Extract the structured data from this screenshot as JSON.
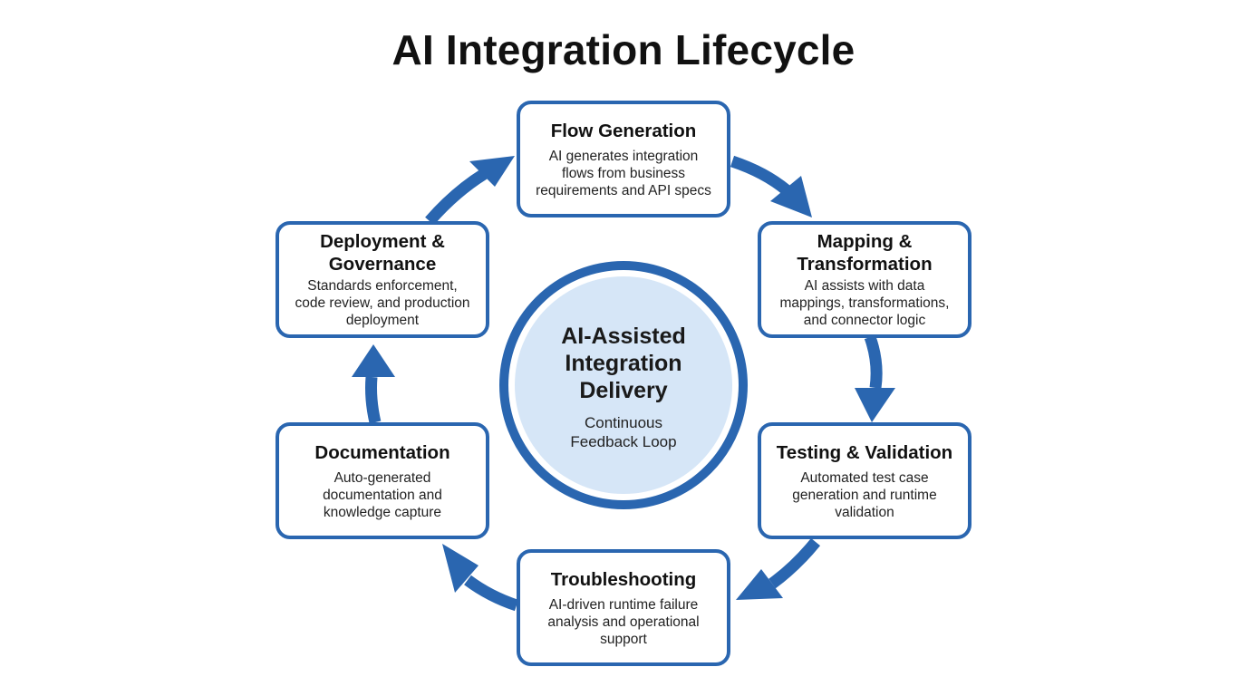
{
  "title": "AI Integration Lifecycle",
  "center": {
    "title_lines": [
      "AI-Assisted",
      "Integration",
      "Delivery"
    ],
    "subtitle_lines": [
      "Continuous",
      "Feedback Loop"
    ]
  },
  "stages": [
    {
      "title_lines": [
        "Flow Generation"
      ],
      "desc_lines": [
        "AI generates integration",
        "flows from business",
        "requirements and API specs"
      ]
    },
    {
      "title_lines": [
        "Mapping &",
        "Transformation"
      ],
      "desc_lines": [
        "AI assists with data",
        "mappings, transformations,",
        "and connector logic"
      ]
    },
    {
      "title_lines": [
        "Testing & Validation"
      ],
      "desc_lines": [
        "Automated test case",
        "generation and runtime",
        "validation"
      ]
    },
    {
      "title_lines": [
        "Troubleshooting"
      ],
      "desc_lines": [
        "AI-driven runtime failure",
        "analysis and operational",
        "support"
      ]
    },
    {
      "title_lines": [
        "Documentation"
      ],
      "desc_lines": [
        "Auto-generated",
        "documentation and",
        "knowledge capture"
      ]
    },
    {
      "title_lines": [
        "Deployment &",
        "Governance"
      ],
      "desc_lines": [
        "Standards enforcement,",
        "code review, and production",
        "deployment"
      ]
    }
  ],
  "colors": {
    "accent": "#2a66b0",
    "center_fill": "#d6e6f7",
    "text": "#111111"
  }
}
